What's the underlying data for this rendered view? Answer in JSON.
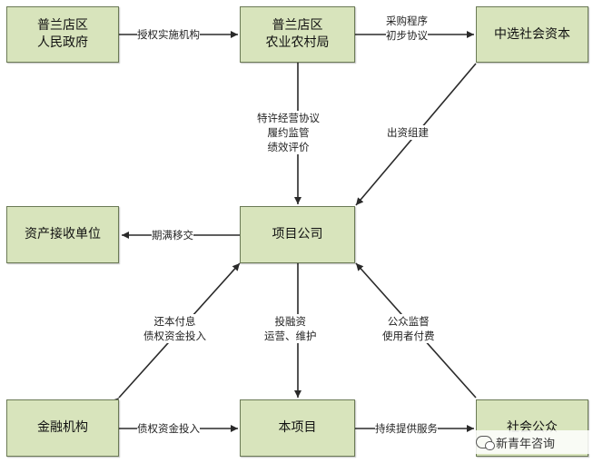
{
  "nodes": {
    "gov": "普兰店区\n人民政府",
    "agri": "普兰店区\n农业农村局",
    "capital": "中选社会资本",
    "asset": "资产接收单位",
    "company": "项目公司",
    "finance": "金融机构",
    "project": "本项目",
    "public": "社会公众"
  },
  "edges": {
    "authorize": "授权实施机构",
    "procure": "采购程序\n初步协议",
    "franchise": "特许经营协议\n履约监管\n绩效评价",
    "invest": "出资组建",
    "transfer": "期满移交",
    "repay": "还本付息\n债权资金投入",
    "operate": "投融资\n运营、维护",
    "supervise": "公众监督\n使用者付费",
    "debt": "债权资金投入",
    "service": "持续提供服务"
  },
  "watermark": {
    "text": "新青年咨询",
    "icon": "wechat-icon"
  },
  "colors": {
    "box_fill": "#d8e4bc",
    "box_border": "#6b7a55",
    "line": "#2a2a2a"
  }
}
